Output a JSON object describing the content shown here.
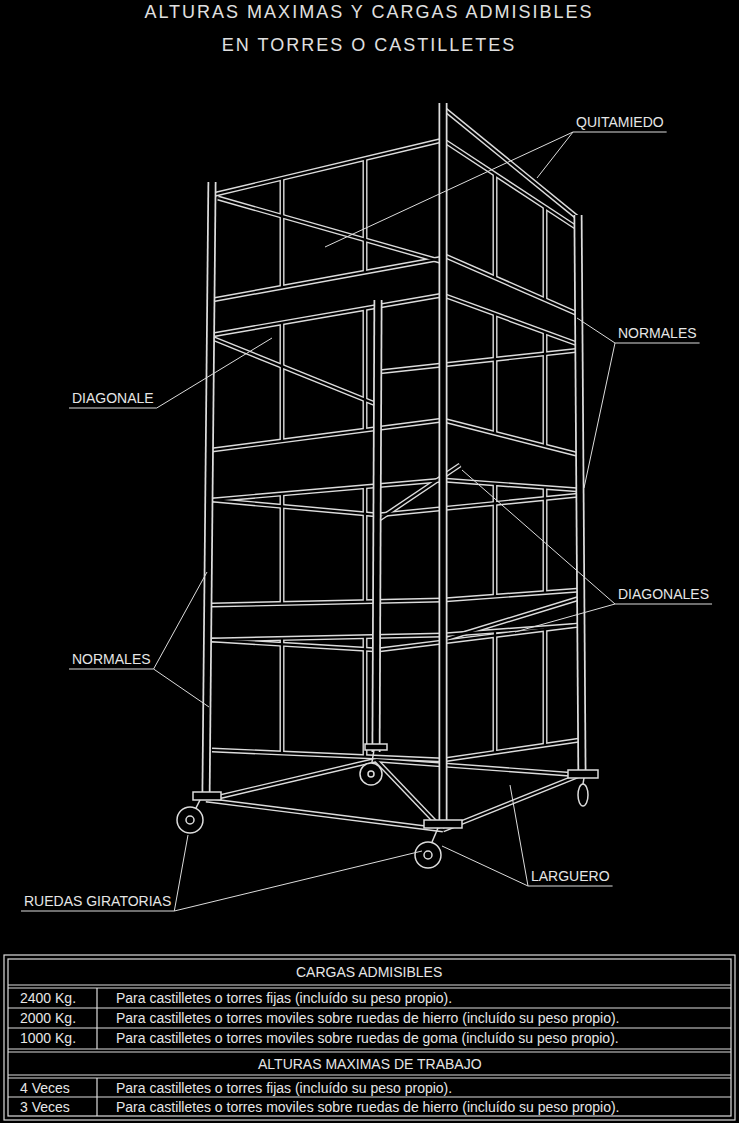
{
  "diagram": {
    "title": "ALTURAS MAXIMAS Y CARGAS ADMISIBLES EN TORRES O CASTILLETES",
    "labels": [
      "QUITAMIEDO",
      "NORMALES",
      "DIAGONALE",
      "DIAGONALES",
      "NORMALES",
      "LARGUERO",
      "RUEDAS GIRATORIAS",
      "CARGAS ADMISIBLES",
      "2400 Kg.",
      "Para castilletes o torres fijas (incluído su peso propio).",
      "2000 Kg.",
      "Para castilletes o torres moviles sobre ruedas de hierro (incluído su peso propio).",
      "1000 Kg.",
      "Para castilletes o torres moviles sobre ruedas de goma (incluído su peso propio).",
      "ALTURAS MAXIMAS DE TRABAJO",
      "4 Veces",
      "Para castilletes o torres fijas (incluído su peso propio).",
      "3 Veces",
      "Para castilletes o torres moviles sobre ruedas de hierro (incluído su peso propio)."
    ]
  }
}
